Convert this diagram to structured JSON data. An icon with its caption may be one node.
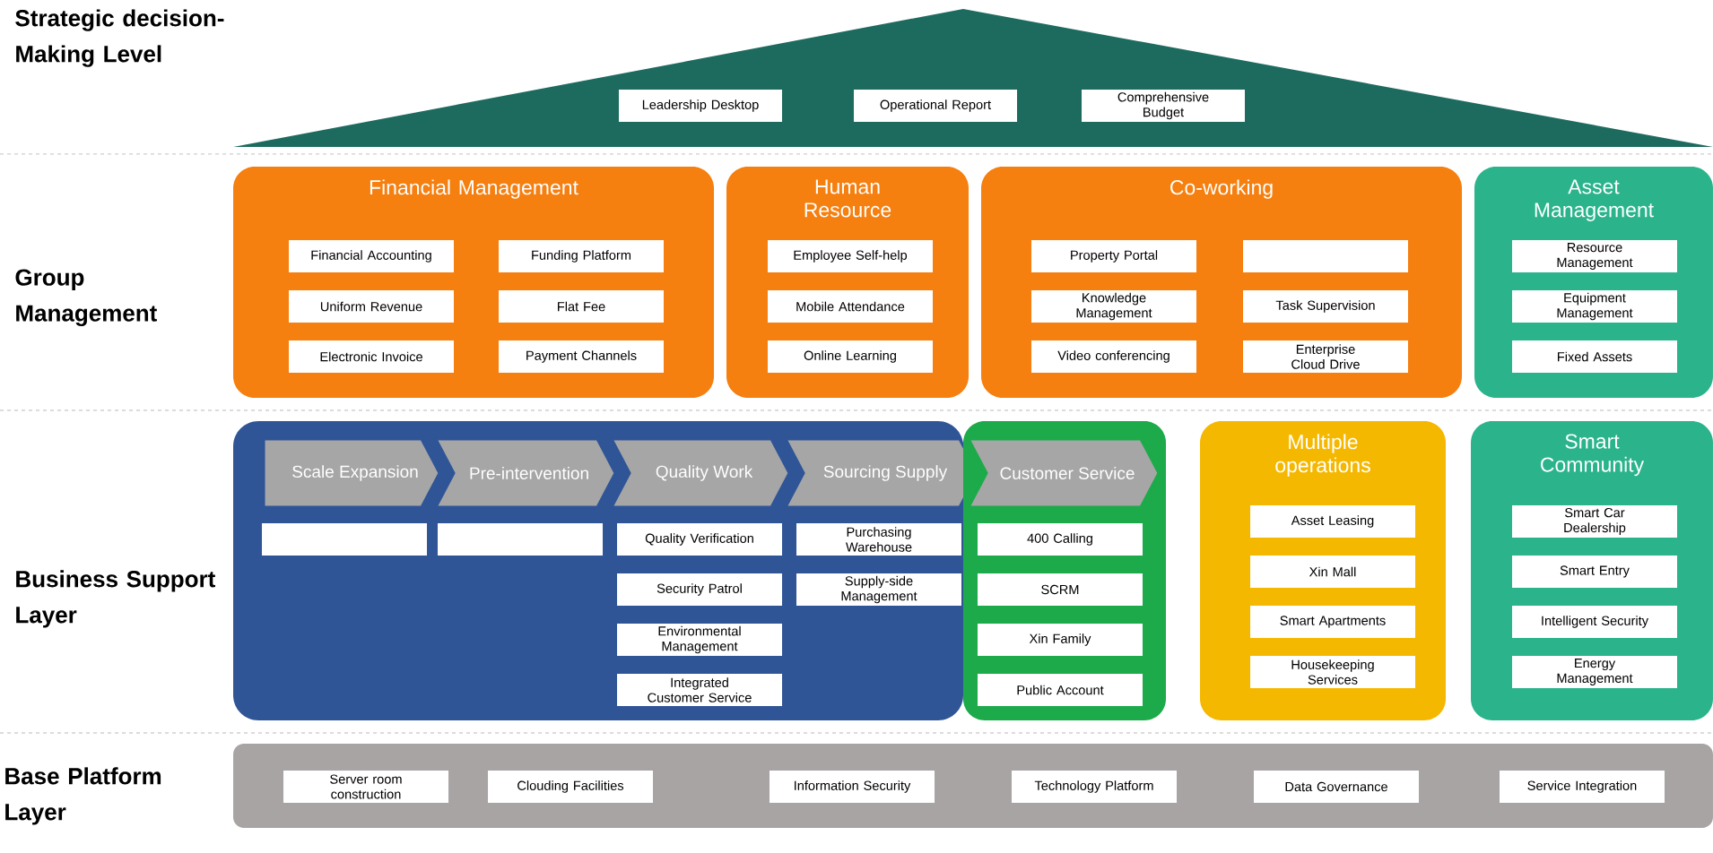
{
  "diagram": {
    "nodes": [
      {
        "text": [],
        "shape": "triangle"
      },
      {
        "text": [
          "Leadership Desktop"
        ],
        "in": 0
      },
      {
        "text": [
          "Operational Report"
        ],
        "in": 0
      },
      {
        "text": [
          "Comprehensive Budget"
        ],
        "in": 0
      },
      {
        "text": [
          "Financial Management"
        ]
      },
      {
        "text": [
          "Financial Accounting"
        ],
        "in": 4
      },
      {
        "text": [
          "Funding Platform"
        ],
        "in": 4
      },
      {
        "text": [
          "Uniform Revenue"
        ],
        "in": 4
      },
      {
        "text": [
          "Flat Fee"
        ],
        "in": 4
      },
      {
        "text": [
          "Electronic Invoice"
        ],
        "in": 4
      },
      {
        "text": [
          "Payment Channels"
        ],
        "in": 4
      },
      {
        "text": [
          "Human Resource"
        ]
      },
      {
        "text": [
          "Employee Self-help"
        ],
        "in": 11
      },
      {
        "text": [
          "Mobile Attendance"
        ],
        "in": 11
      },
      {
        "text": [
          "Online Learning"
        ],
        "in": 11
      },
      {
        "text": [
          "Co-working"
        ]
      },
      {
        "text": [
          "Property Portal"
        ],
        "in": 15
      },
      {
        "text": [],
        "shape": "box",
        "in": 15
      },
      {
        "text": [
          "Knowledge Management"
        ],
        "in": 15
      },
      {
        "text": [
          "Task Supervision"
        ],
        "in": 15
      },
      {
        "text": [
          "Video conferencing"
        ],
        "in": 15
      },
      {
        "text": [
          "Enterprise Cloud Drive"
        ],
        "in": 15
      },
      {
        "text": [
          "Asset Management"
        ]
      },
      {
        "text": [
          "Resource Management"
        ],
        "in": 22
      },
      {
        "text": [
          "Equipment Management"
        ],
        "in": 22
      },
      {
        "text": [
          "Fixed Assets"
        ],
        "in": 22
      },
      {
        "text": [],
        "shape": "box"
      },
      {
        "text": [
          "Scale Expansion"
        ],
        "in": 26
      },
      {
        "text": [
          "Pre-intervention"
        ],
        "in": 26
      },
      {
        "text": [
          "Quality Work"
        ],
        "in": 26
      },
      {
        "text": [
          "Sourcing Supply"
        ]
      },
      {
        "text": [],
        "shape": "box",
        "in": 26
      },
      {
        "text": [],
        "shape": "box",
        "in": 26
      },
      {
        "text": [
          "Quality Verification"
        ],
        "in": 26
      },
      {
        "text": [
          "Security Patrol"
        ],
        "in": 26
      },
      {
        "text": [
          "Environmental Management"
        ],
        "in": 26
      },
      {
        "text": [
          "Integrated Customer Service"
        ],
        "in": 26
      },
      {
        "text": [
          "Purchasing Warehouse"
        ],
        "in": 26
      },
      {
        "text": [
          "Supply-side Management"
        ],
        "in": 26
      },
      {
        "text": [],
        "shape": "box"
      },
      {
        "text": [
          "Customer Service"
        ],
        "in": 39
      },
      {
        "text": [
          "400 Calling"
        ],
        "in": 39
      },
      {
        "text": [
          "SCRM"
        ],
        "in": 39
      },
      {
        "text": [
          "Xin Family"
        ],
        "in": 39
      },
      {
        "text": [
          "Public Account"
        ],
        "in": 39
      },
      {
        "text": [
          "Multiple operations"
        ]
      },
      {
        "text": [
          "Asset Leasing"
        ],
        "in": 45
      },
      {
        "text": [
          "Xin Mall"
        ],
        "in": 45
      },
      {
        "text": [
          "Smart Apartments"
        ],
        "in": 45
      },
      {
        "text": [
          "Housekeeping Services"
        ],
        "in": 45
      },
      {
        "text": [
          "Smart Community"
        ]
      },
      {
        "text": [
          "Smart Car Dealership"
        ],
        "in": 50
      },
      {
        "text": [
          "Smart Entry"
        ],
        "in": 50
      },
      {
        "text": [
          "Intelligent Security"
        ],
        "in": 50
      },
      {
        "text": [
          "Energy Management"
        ],
        "in": 50
      },
      {
        "text": [],
        "shape": "box"
      },
      {
        "text": [
          "Server room construction"
        ],
        "in": 55
      },
      {
        "text": [
          "Clouding Facilities"
        ],
        "in": 55
      },
      {
        "text": [
          "Information Security"
        ],
        "in": 55
      },
      {
        "text": [
          "Technology Platform"
        ],
        "in": 55
      },
      {
        "text": [
          "Data Governance"
        ],
        "in": 55
      },
      {
        "text": [
          "Service Integration"
        ],
        "in": 55
      }
    ],
    "labels": [
      "Strategic decision-Making Level",
      "Group Management",
      "Business Support Layer",
      "Base Platform Layer"
    ]
  }
}
